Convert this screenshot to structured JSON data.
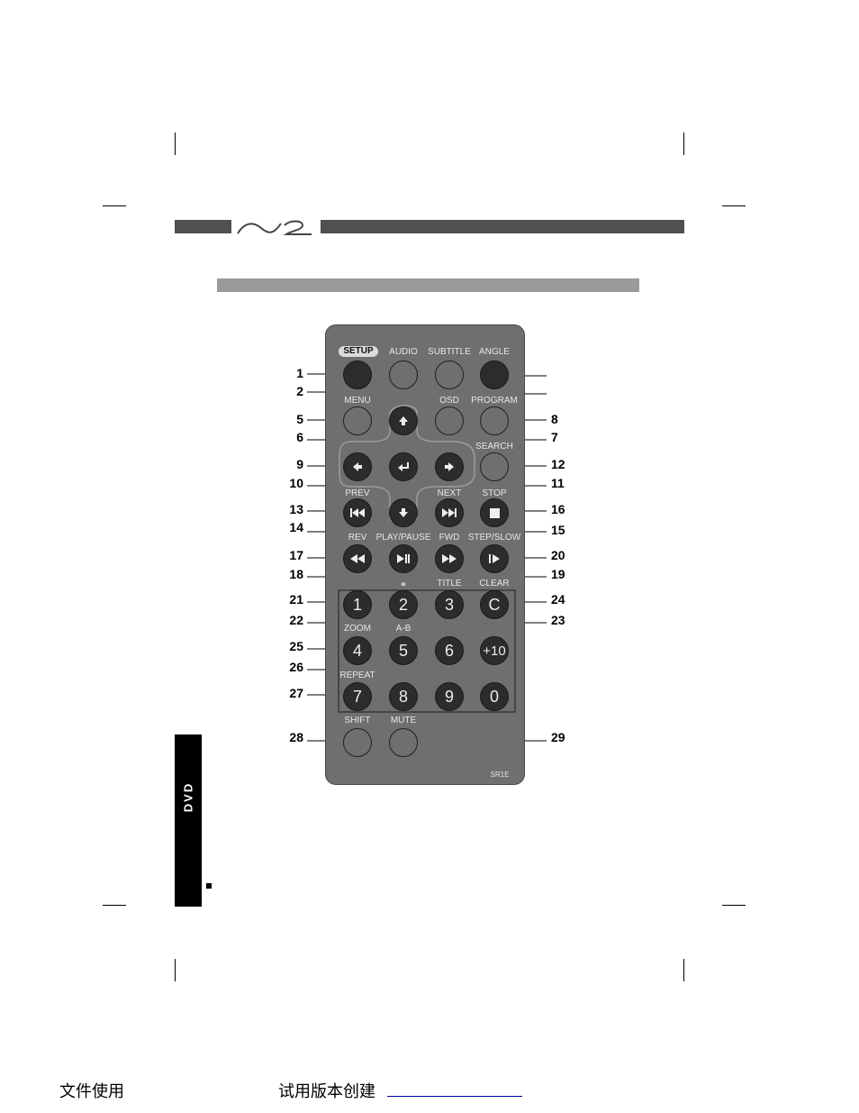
{
  "header": {
    "logo_text": "n2"
  },
  "side_tab": {
    "label": "DVD"
  },
  "remote": {
    "model": "SR1E",
    "labels": {
      "setup": "SETUP",
      "audio": "AUDIO",
      "subtitle": "SUBTITLE",
      "angle": "ANGLE",
      "menu": "MENU",
      "osd": "OSD",
      "program": "PROGRAM",
      "search": "SEARCH",
      "prev": "PREV",
      "next": "NEXT",
      "stop": "STOP",
      "rev": "REV",
      "play_pause": "PLAY/PAUSE",
      "fwd": "FWD",
      "step_slow": "STEP/SLOW",
      "title": "TITLE",
      "clear": "CLEAR",
      "zoom": "ZOOM",
      "a_b": "A-B",
      "repeat": "REPEAT",
      "shift": "SHIFT",
      "mute": "MUTE"
    },
    "keys": {
      "k1": "1",
      "k2": "2",
      "k3": "3",
      "k4": "4",
      "k5": "5",
      "k6": "6",
      "k7": "7",
      "k8": "8",
      "k9": "9",
      "k0": "0",
      "plus10": "+10",
      "clear": "C"
    }
  },
  "callouts": {
    "c1": "1",
    "c2": "2",
    "c5": "5",
    "c6": "6",
    "c7": "7",
    "c8": "8",
    "c9": "9",
    "c10": "10",
    "c11": "11",
    "c12": "12",
    "c13": "13",
    "c14": "14",
    "c15": "15",
    "c16": "16",
    "c17": "17",
    "c18": "18",
    "c19": "19",
    "c20": "20",
    "c21": "21",
    "c22": "22",
    "c23": "23",
    "c24": "24",
    "c25": "25",
    "c26": "26",
    "c27": "27",
    "c28": "28",
    "c29": "29"
  },
  "footer": {
    "left": "文件使用",
    "right": "试用版本创建"
  },
  "colors": {
    "header_bar": "#505050",
    "section_bar": "#9a9a9a",
    "remote_body": "#6f6f6f",
    "button_dark": "#2c2c2c"
  }
}
